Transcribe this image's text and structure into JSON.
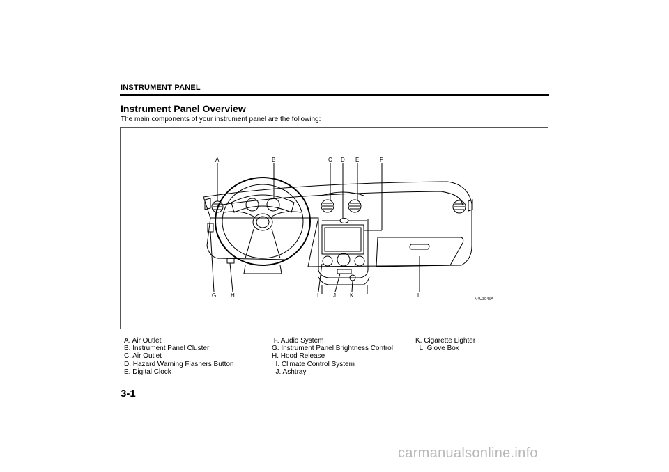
{
  "header": {
    "section": "INSTRUMENT PANEL"
  },
  "title": "Instrument Panel Overview",
  "intro": "The main components of your instrument panel are the following:",
  "figure": {
    "image_code": "N4U3045A",
    "callouts": [
      "A",
      "B",
      "C",
      "D",
      "E",
      "F",
      "G",
      "H",
      "I",
      "J",
      "K",
      "L"
    ]
  },
  "legend": {
    "col1": [
      "A. Air Outlet",
      "B. Instrument Panel Cluster",
      "C. Air Outlet",
      "D. Hazard Warning Flashers Button",
      "E. Digital Clock"
    ],
    "col2": [
      " F. Audio System",
      "G. Instrument Panel Brightness Control",
      "H. Hood Release",
      "  I. Climate Control System",
      "  J. Ashtray"
    ],
    "col3": [
      "K. Cigarette Lighter",
      "  L. Glove Box"
    ]
  },
  "page_number": "3-1",
  "watermark": "carmanualsonline.info"
}
